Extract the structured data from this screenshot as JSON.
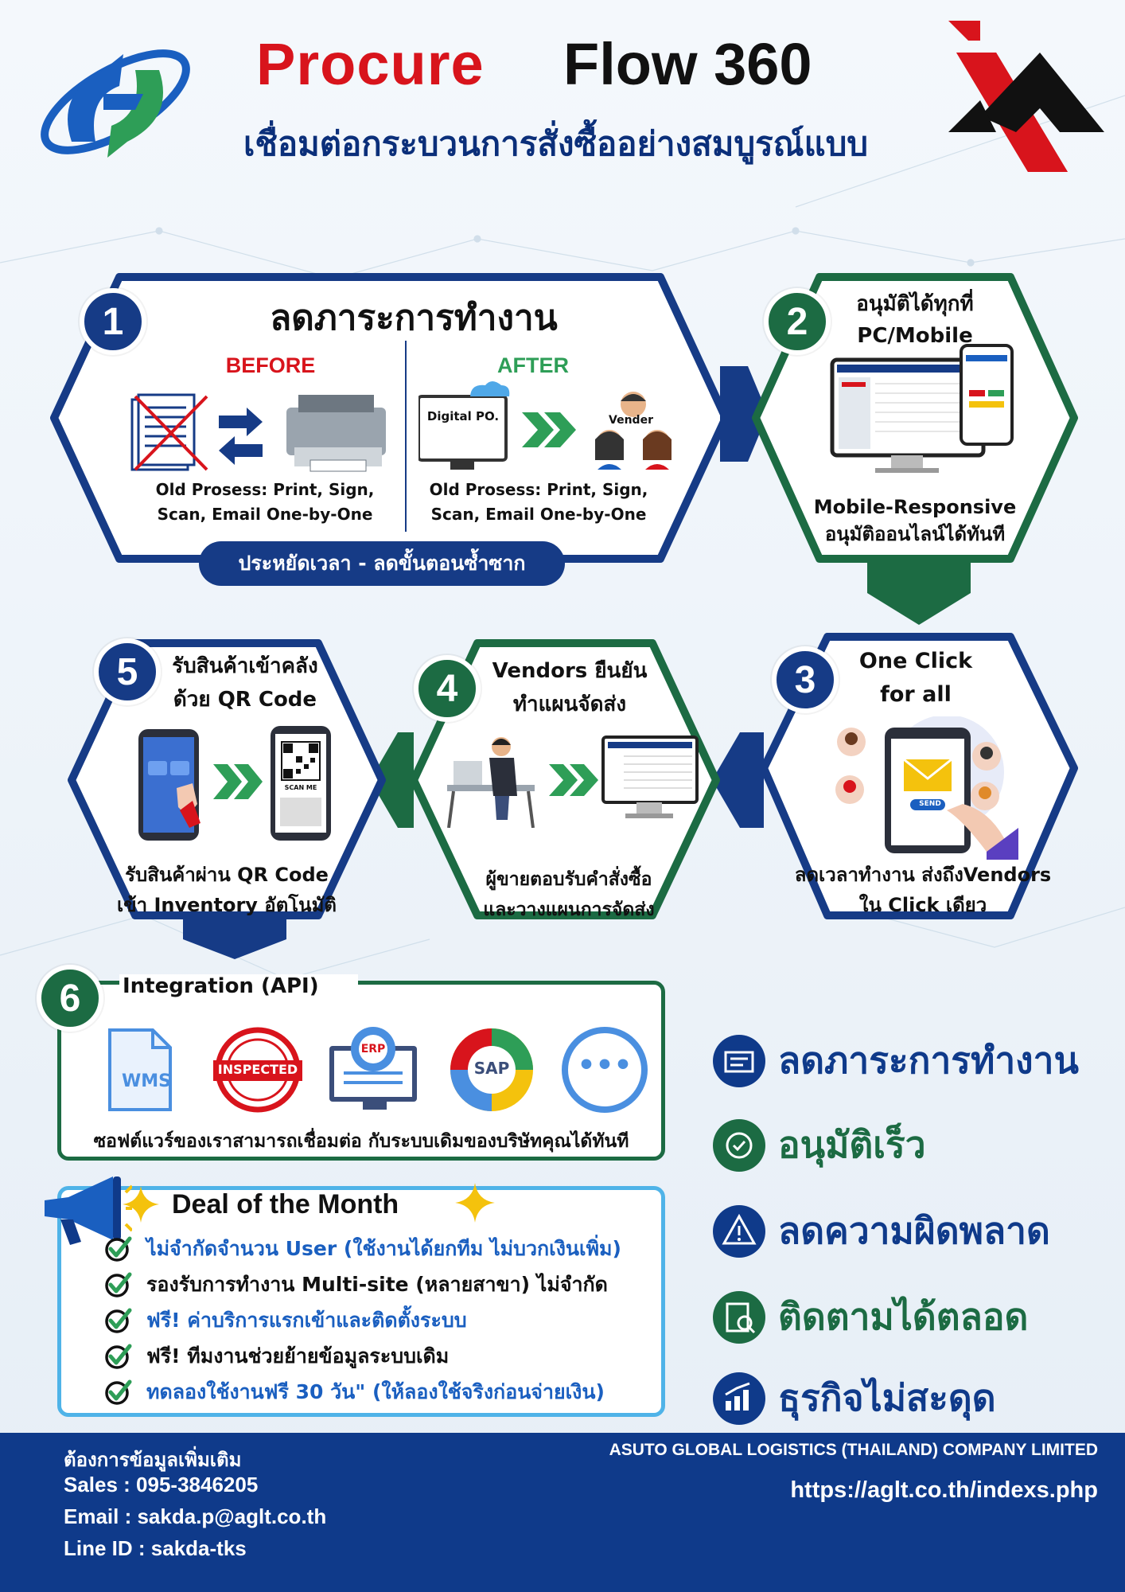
{
  "title": {
    "part1": "Procure",
    "part2": "Flow 360"
  },
  "subtitle": "เชื่อมต่อกระบวนการสั่งซื้ออย่างสมบูรณ์แบบ",
  "steps": {
    "s1": {
      "num": "1",
      "title": "ลดภาระการทำงาน",
      "before": "BEFORE",
      "after": "AFTER",
      "before_desc": "Old Prosess: Print, Sign, Scan, Email One-by-One",
      "after_desc": "Old Prosess: Print, Sign, Scan, Email One-by-One",
      "digital_po": "Digital PO.",
      "vender": "Vender",
      "pill": "ประหยัดเวลา -  ลดขั้นตอนซ้ำซาก"
    },
    "s2": {
      "num": "2",
      "title_line1": "อนุมัติได้ทุกที่",
      "title_line2": "PC/Mobile",
      "desc_line1": "Mobile-Responsive",
      "desc_line2": "อนุมัติออนไลน์ได้ทันที"
    },
    "s3": {
      "num": "3",
      "title_line1": "One Click",
      "title_line2": "for all",
      "desc_line1": "ลดเวลาทำงาน ส่งถึงVendors",
      "desc_line2": "ใน Click เดียว",
      "send": "SEND"
    },
    "s4": {
      "num": "4",
      "title_line1": "Vendors ยืนยัน",
      "title_line2": "ทำแผนจัดส่ง",
      "desc_line1": "ผู้ขายตอบรับคำสั่งซื้อ",
      "desc_line2": "และวางแผนการจัดส่ง"
    },
    "s5": {
      "num": "5",
      "title_line1": "รับสินค้าเข้าคลัง",
      "title_line2": "ด้วย QR Code",
      "desc_line1": "รับสินค้าผ่าน QR Code",
      "desc_line2": "เข้า Inventory อัตโนมัติ",
      "scan": "SCAN ME"
    },
    "s6": {
      "num": "6",
      "title": "Integration (API)",
      "icons": [
        "WMS",
        "INSPECTED",
        "ERP",
        "SAP",
        "•••"
      ],
      "desc": "ซอฟต์แวร์ของเราสามารถเชื่อมต่อ กับระบบเดิมของบริษัทคุณได้ทันที"
    }
  },
  "deal": {
    "title": "Deal of the Month",
    "items": [
      "ไม่จำกัดจำนวน User (ใช้งานได้ยกทีม ไม่บวกเงินเพิ่ม)",
      "รองรับการทำงาน Multi-site (หลายสาขา) ไม่จำกัด",
      "ฟรี! ค่าบริการแรกเข้าและติดตั้งระบบ",
      "ฟรี! ทีมงานช่วยย้ายข้อมูลระบบเดิม",
      "ทดลองใช้งานฟรี 30 วัน\" (ให้ลองใช้จริงก่อนจ่ายเงิน)"
    ],
    "item_colors": [
      "#1a5fc0",
      "#111111",
      "#1a5fc0",
      "#111111",
      "#1a5fc0"
    ]
  },
  "benefits": [
    {
      "label": "ลดภาระการทำงาน",
      "color": "#0f3a8a",
      "icon": "workload-icon"
    },
    {
      "label": "อนุมัติเร็ว",
      "color": "#1c6b43",
      "icon": "fast-approve-icon"
    },
    {
      "label": "ลดความผิดพลาด",
      "color": "#0f3a8a",
      "icon": "error-reduce-icon"
    },
    {
      "label": "ติดตามได้ตลอด",
      "color": "#1c6b43",
      "icon": "tracking-icon"
    },
    {
      "label": "ธุรกิจไม่สะดุด",
      "color": "#0f3a8a",
      "icon": "business-growth-icon"
    }
  ],
  "footer": {
    "info_title": "ต้องการข้อมูลเพิ่มเติม",
    "sales": "Sales : 095-3846205",
    "email": "Email : sakda.p@aglt.co.th",
    "line": "Line ID : sakda-tks",
    "company": "ASUTO GLOBAL LOGISTICS (THAILAND) COMPANY LIMITED",
    "url": "https://aglt.co.th/indexs.php"
  }
}
